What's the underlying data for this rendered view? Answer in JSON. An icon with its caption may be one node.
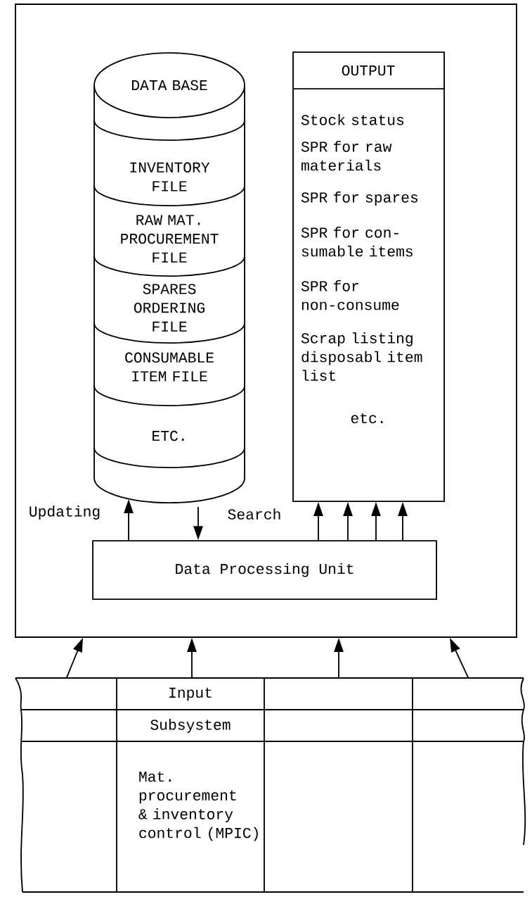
{
  "diagram": {
    "nodes": [
      {
        "text": [],
        "shape": "box"
      },
      {
        "text": [
          "DATA BASE",
          "INVENTORY FILE",
          "RAW MAT. PROCUREMENT FILE",
          "SPARES ORDERING FILE",
          "CONSUMABLE ITEM FILE",
          "ETC."
        ],
        "in": 0
      },
      {
        "text": [
          "OUTPUT",
          "Stock status",
          "SPR for raw materials",
          "SPR for spares",
          "SPR for con- sumable items",
          "SPR for non-consume",
          "Scrap listing disposabl item list",
          "etc."
        ],
        "in": 0
      },
      {
        "text": [
          "Data Processing Unit"
        ],
        "in": 0
      },
      {
        "text": [
          "Input",
          "Subsystem",
          "Mat. procurement & inventory control (MPIC)"
        ]
      }
    ],
    "edges": [
      {
        "from": 3,
        "to": 1,
        "arrow": "to",
        "label": "Updating"
      },
      {
        "from": 1,
        "to": 3,
        "arrow": "to",
        "label": "Search"
      },
      {
        "from": 3,
        "to": 2,
        "arrow": "to"
      },
      {
        "from": 3,
        "to": 2,
        "arrow": "to"
      },
      {
        "from": 3,
        "to": 2,
        "arrow": "to"
      },
      {
        "from": 3,
        "to": 2,
        "arrow": "to"
      },
      {
        "from": 4,
        "to": 0,
        "arrow": "to"
      },
      {
        "from": 4,
        "to": 0,
        "arrow": "to"
      },
      {
        "from": 4,
        "to": 0,
        "arrow": "to"
      },
      {
        "from": 4,
        "to": 0,
        "arrow": "to"
      }
    ]
  }
}
